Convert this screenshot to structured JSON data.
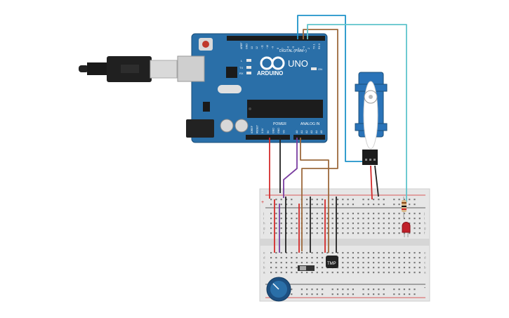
{
  "board": {
    "brand": "ARDUINO",
    "model": "UNO",
    "digital_header": "DIGITAL (PWM~)",
    "digital_pins": [
      "AREF",
      "GND",
      "13",
      "12",
      "~11",
      "~10",
      "~9",
      "8",
      "7",
      "~6",
      "~5",
      "4",
      "~3",
      "2",
      "TX 1",
      "RX 0"
    ],
    "power_header": "POWER",
    "power_pins": [
      "IOREF",
      "RESET",
      "3.3V",
      "5V",
      "GND",
      "GND",
      "Vin"
    ],
    "analog_header": "ANALOG IN",
    "analog_pins": [
      "A0",
      "A1",
      "A2",
      "A3",
      "A4",
      "A5"
    ],
    "led_labels": [
      "L",
      "TX",
      "RX"
    ],
    "on_label": "ON"
  },
  "components": {
    "sensor_label": "TMP",
    "breadboard_rails": [
      "+",
      "-"
    ],
    "breadboard_rows_top": [
      "j",
      "i",
      "h",
      "g",
      "f"
    ],
    "breadboard_rows_bottom": [
      "e",
      "d",
      "c",
      "b",
      "a"
    ]
  },
  "colors": {
    "board_blue": "#2a6fa8",
    "wire_red": "#d32a2a",
    "wire_black": "#222222",
    "wire_brown": "#9c6a3c",
    "wire_purple": "#7a3ea0",
    "wire_blue": "#1e93c9",
    "wire_cyan": "#5fc4cc",
    "servo_blue": "#2a73b8",
    "led_red": "#c0202a"
  }
}
